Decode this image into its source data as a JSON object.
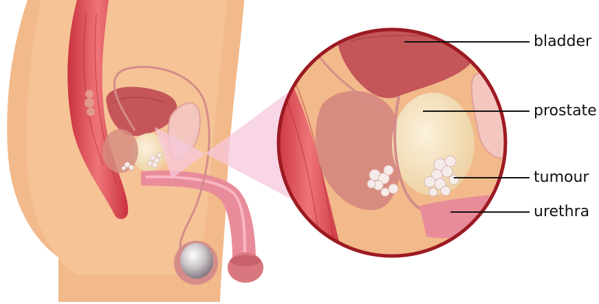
{
  "labels": {
    "bladder": "bladder",
    "prostate": "prostate",
    "tumour": "tumour",
    "urethra": "urethra"
  },
  "colors": {
    "skin": "#f1b98a",
    "muscle": "#d9444e",
    "bladder": "#c4565a",
    "prostate": "#f6e2bd",
    "tumour": "#f5ecea",
    "circle_border": "#9c1a22",
    "callout_cone": "#f7c8dc"
  }
}
